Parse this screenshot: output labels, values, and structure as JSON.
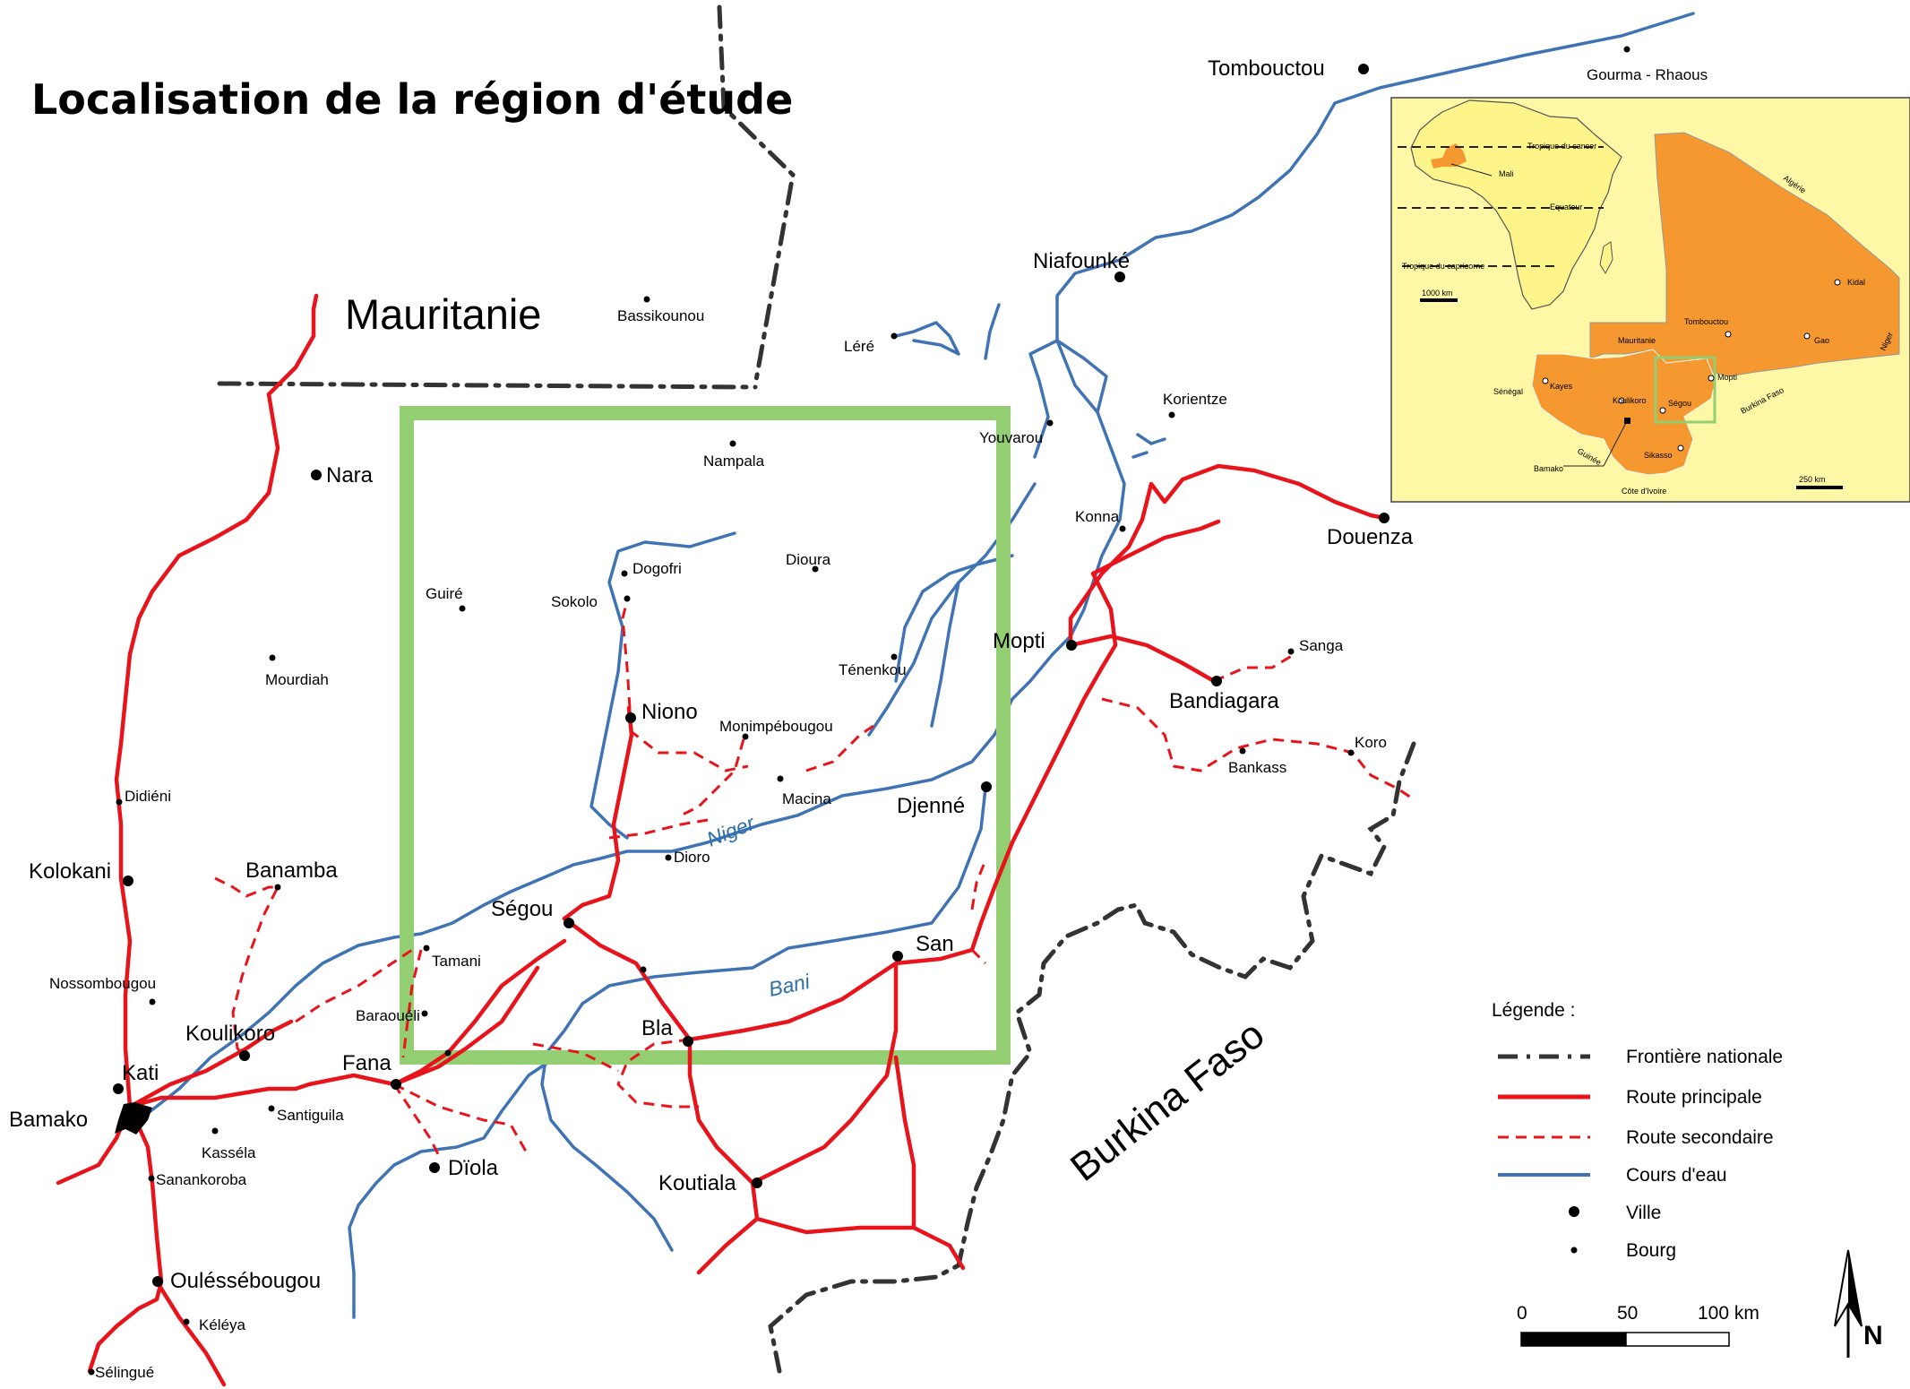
{
  "title": "Localisation de la région d'étude",
  "countries": {
    "mauritanie": "Mauritanie",
    "burkina": "Burkina Faso"
  },
  "rivers": {
    "niger": "Niger",
    "bani": "Bani"
  },
  "cities": {
    "tombouctou": "Tombouctou",
    "niafounke": "Niafounké",
    "douenza": "Douenza",
    "mopti": "Mopti",
    "bandiagara": "Bandiagara",
    "djenne": "Djenné",
    "niono": "Niono",
    "segou": "Ségou",
    "san": "San",
    "bla": "Bla",
    "fana": "Fana",
    "koutiala": "Koutiala",
    "bamako": "Bamako",
    "kati": "Kati",
    "koulikoro": "Koulikoro",
    "kolokani": "Kolokani",
    "nara": "Nara",
    "oulessebougou": "Ouléssébougou",
    "diola": "Dïola",
    "banamba": "Banamba"
  },
  "towns": {
    "gourma": "Gourma - Rhaous",
    "bassikounou": "Bassikounou",
    "lere": "Léré",
    "korientze": "Korientze",
    "youvarou": "Youvarou",
    "nampala": "Nampala",
    "konna": "Konna",
    "dogofri": "Dogofri",
    "sokolo": "Sokolo",
    "dioura": "Dioura",
    "guire": "Guiré",
    "tenenkou": "Ténenkou",
    "sanga": "Sanga",
    "koro": "Koro",
    "bankass": "Bankass",
    "monimpebougou": "Monimpébougou",
    "macina": "Macina",
    "dioro": "Dioro",
    "mourdiah": "Mourdiah",
    "dideni": "Didiéni",
    "nossombougou": "Nossombougou",
    "tamani": "Tamani",
    "baraoueli": "Baraouéli",
    "santiguila": "Santiguila",
    "kassela": "Kasséla",
    "sanankoroba": "Sanankoroba",
    "keleya": "Kéléya",
    "selingue": "Sélingué"
  },
  "legend": {
    "title": "Légende :",
    "border": "Frontière nationale",
    "main_road": "Route principale",
    "secondary_road": "Route secondaire",
    "river": "Cours d'eau",
    "city": "Ville",
    "town": "Bourg"
  },
  "scale": {
    "tick0": "0",
    "tick1": "50",
    "tick2": "100 km"
  },
  "north": "N",
  "inset": {
    "africa": {
      "tropic_cancer": "Tropique du cancer",
      "mali": "Mali",
      "equator": "Equateur",
      "tropic_capricorn": "Tropique du capricorne",
      "scale": "1000 km"
    },
    "mali": {
      "algerie": "Algérie",
      "kidal": "Kidal",
      "tombouctou": "Tombouctou",
      "gao": "Gao",
      "mauritanie": "Mauritanie",
      "niger": "Niger",
      "senegal": "Sénégal",
      "kayes": "Kayes",
      "koulikoro": "Koulikoro",
      "segou": "Ségou",
      "mopti": "Mopti",
      "burkina": "Burkina Faso",
      "guinee": "Guinée",
      "bamako": "Bamako",
      "sikasso": "Sikasso",
      "cote": "Côte d'Ivoire",
      "scale": "250 km"
    }
  },
  "colors": {
    "main_road": "#e8141c",
    "river": "#3f73b4",
    "border": "#333333",
    "study_area": "#93cf72",
    "inset_bg": "#fdf7a6",
    "africa_land": "#fdf58a",
    "mali_land": "#f4982f"
  }
}
